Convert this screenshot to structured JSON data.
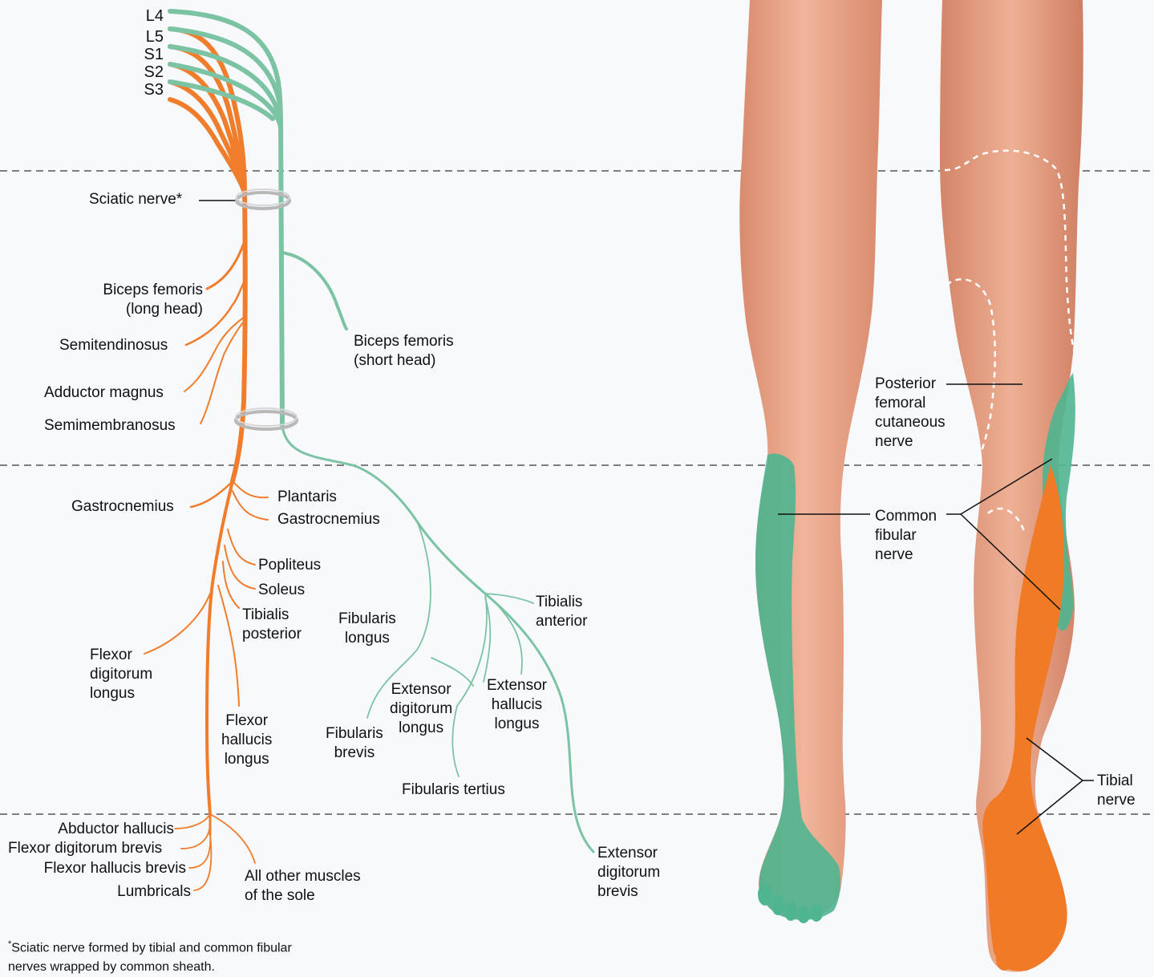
{
  "roots": {
    "l4": "L4",
    "l5": "L5",
    "s1": "S1",
    "s2": "S2",
    "s3": "S3"
  },
  "sciatic": {
    "label": "Sciatic nerve*"
  },
  "thigh_muscles": {
    "biceps_long_line1": "Biceps femoris",
    "biceps_long_line2": "(long head)",
    "semitendinosus": "Semitendinosus",
    "adductor_magnus": "Adductor magnus",
    "semimembranosus": "Semimembranosus",
    "biceps_short_line1": "Biceps femoris",
    "biceps_short_line2": "(short head)"
  },
  "leg_tibial_muscles": {
    "gastrocnemius_left": "Gastrocnemius",
    "plantaris": "Plantaris",
    "gastrocnemius_right": "Gastrocnemius",
    "popliteus": "Popliteus",
    "soleus": "Soleus",
    "tibialis_posterior": "Tibialis\nposterior",
    "flexor_digitorum_longus": "Flexor\ndigitorum\nlongus",
    "flexor_hallucis_longus": "Flexor\nhallucis\nlongus"
  },
  "leg_fibular_muscles": {
    "fibularis_longus": "Fibularis\nlongus",
    "tibialis_anterior": "Tibialis\nanterior",
    "extensor_digitorum_longus": "Extensor\ndigitorum\nlongus",
    "extensor_hallucis_longus": "Extensor\nhallucis\nlongus",
    "fibularis_brevis": "Fibularis\nbrevis",
    "fibularis_tertius": "Fibularis tertius",
    "extensor_digitorum_brevis": "Extensor\ndigitorum\nbrevis"
  },
  "foot_muscles": {
    "abductor_hallucis": "Abductor hallucis",
    "flexor_digitorum_brevis": "Flexor digitorum brevis",
    "flexor_hallucis_brevis": "Flexor hallucis brevis",
    "lumbricals": "Lumbricals",
    "all_other": "All other muscles\nof the sole"
  },
  "legs_panel": {
    "posterior_femoral": "Posterior\nfemoral\ncutaneous\nnerve",
    "common_fibular": "Common\nfibular\nnerve",
    "tibial": "Tibial\nnerve"
  },
  "footnote": {
    "mark": "*",
    "text": "Sciatic nerve formed by tibial and common fibular\nnerves wrapped by common sheath."
  },
  "colors": {
    "tibial_nerve": "#f07d2c",
    "common_fibular_nerve": "#7cc3a4",
    "skin": "#e7a185",
    "green_region": "#4fb590",
    "orange_region": "#f07a25",
    "divider": "#555555"
  }
}
